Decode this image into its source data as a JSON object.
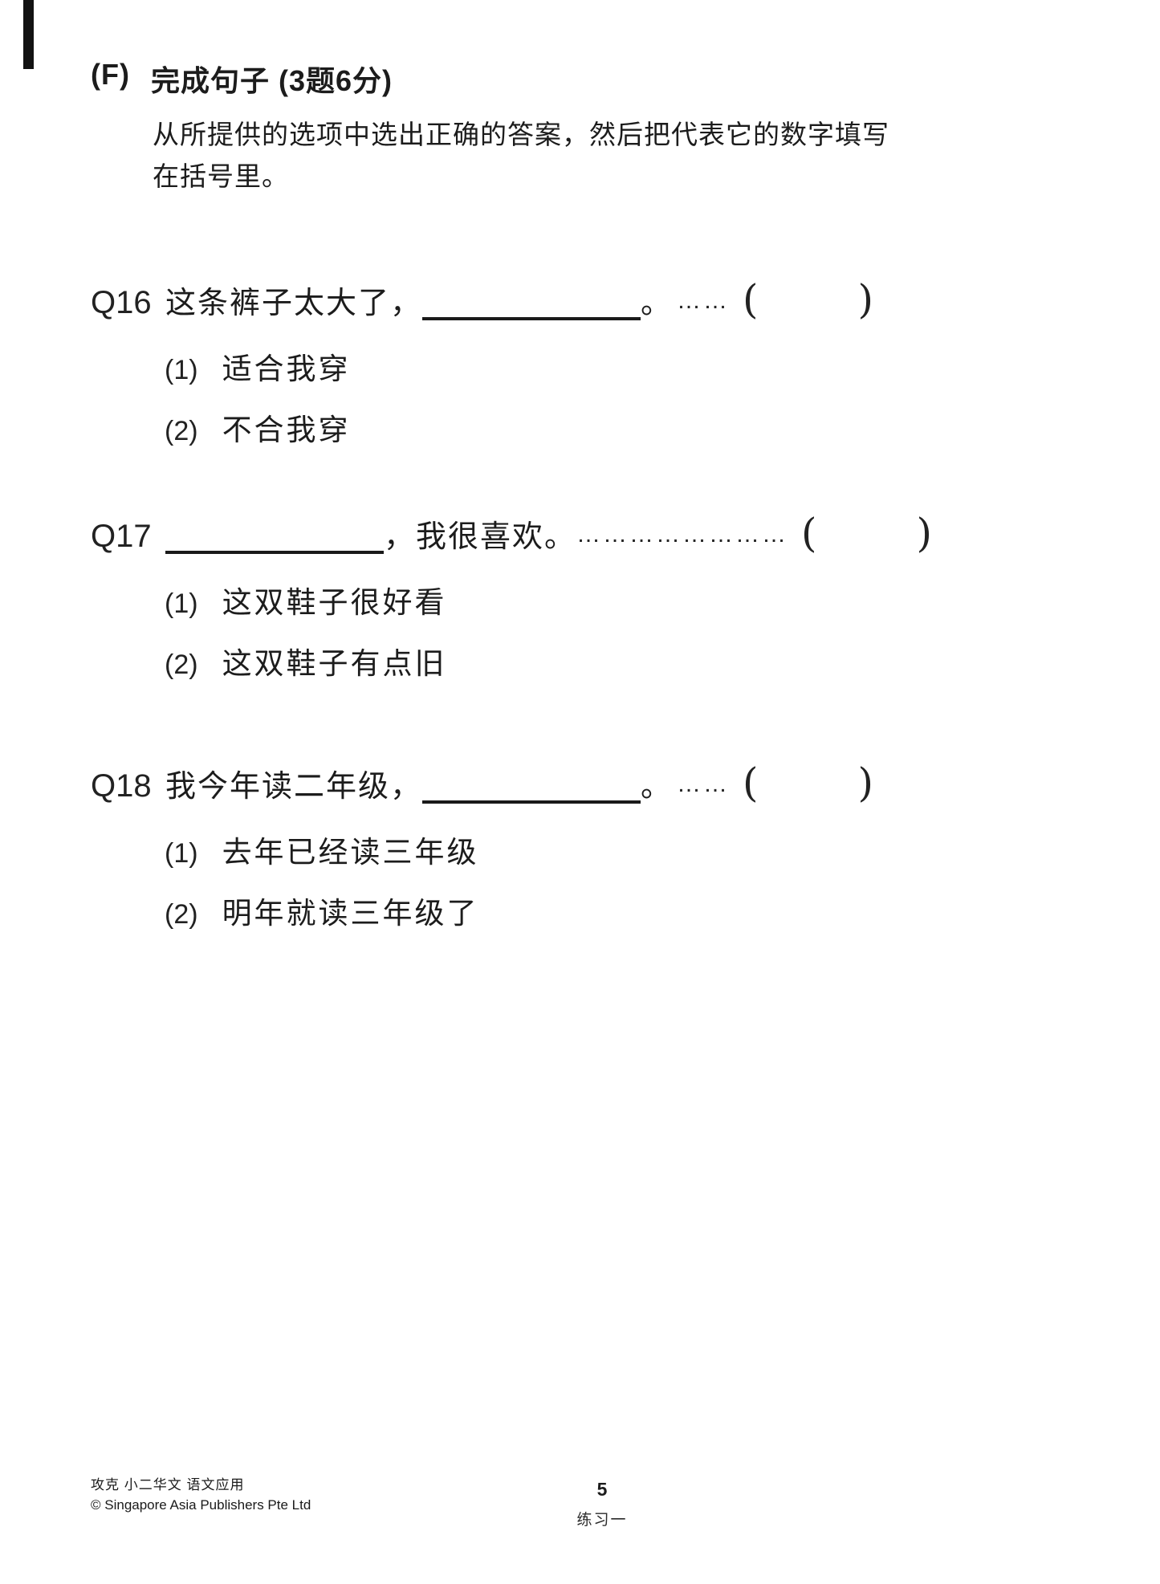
{
  "page": {
    "section": {
      "label": "(F)",
      "title": "完成句子 (3题6分)"
    },
    "instructions": {
      "line1": "从所提供的选项中选出正确的答案，然后把代表它的数字填写",
      "line2": "在括号里。"
    },
    "questions": [
      {
        "id": "Q16",
        "pre": "这条裤子太大了，",
        "post": "。",
        "dots": "……",
        "options": [
          {
            "num": "(1)",
            "text": "适合我穿"
          },
          {
            "num": "(2)",
            "text": "不合我穿"
          }
        ]
      },
      {
        "id": "Q17",
        "pre": "",
        "post": "，我很喜欢。",
        "dots": "……………………",
        "options": [
          {
            "num": "(1)",
            "text": "这双鞋子很好看"
          },
          {
            "num": "(2)",
            "text": "这双鞋子有点旧"
          }
        ]
      },
      {
        "id": "Q18",
        "pre": "我今年读二年级，",
        "post": "。",
        "dots": "……",
        "options": [
          {
            "num": "(1)",
            "text": "去年已经读三年级"
          },
          {
            "num": "(2)",
            "text": "明年就读三年级了"
          }
        ]
      }
    ],
    "answer_paren": {
      "open": "(",
      "close": ")"
    },
    "footer": {
      "book": "攻克 小二华文 语文应用",
      "publisher": "© Singapore Asia Publishers Pte Ltd",
      "page_number": "5",
      "exercise": "练习一"
    }
  }
}
